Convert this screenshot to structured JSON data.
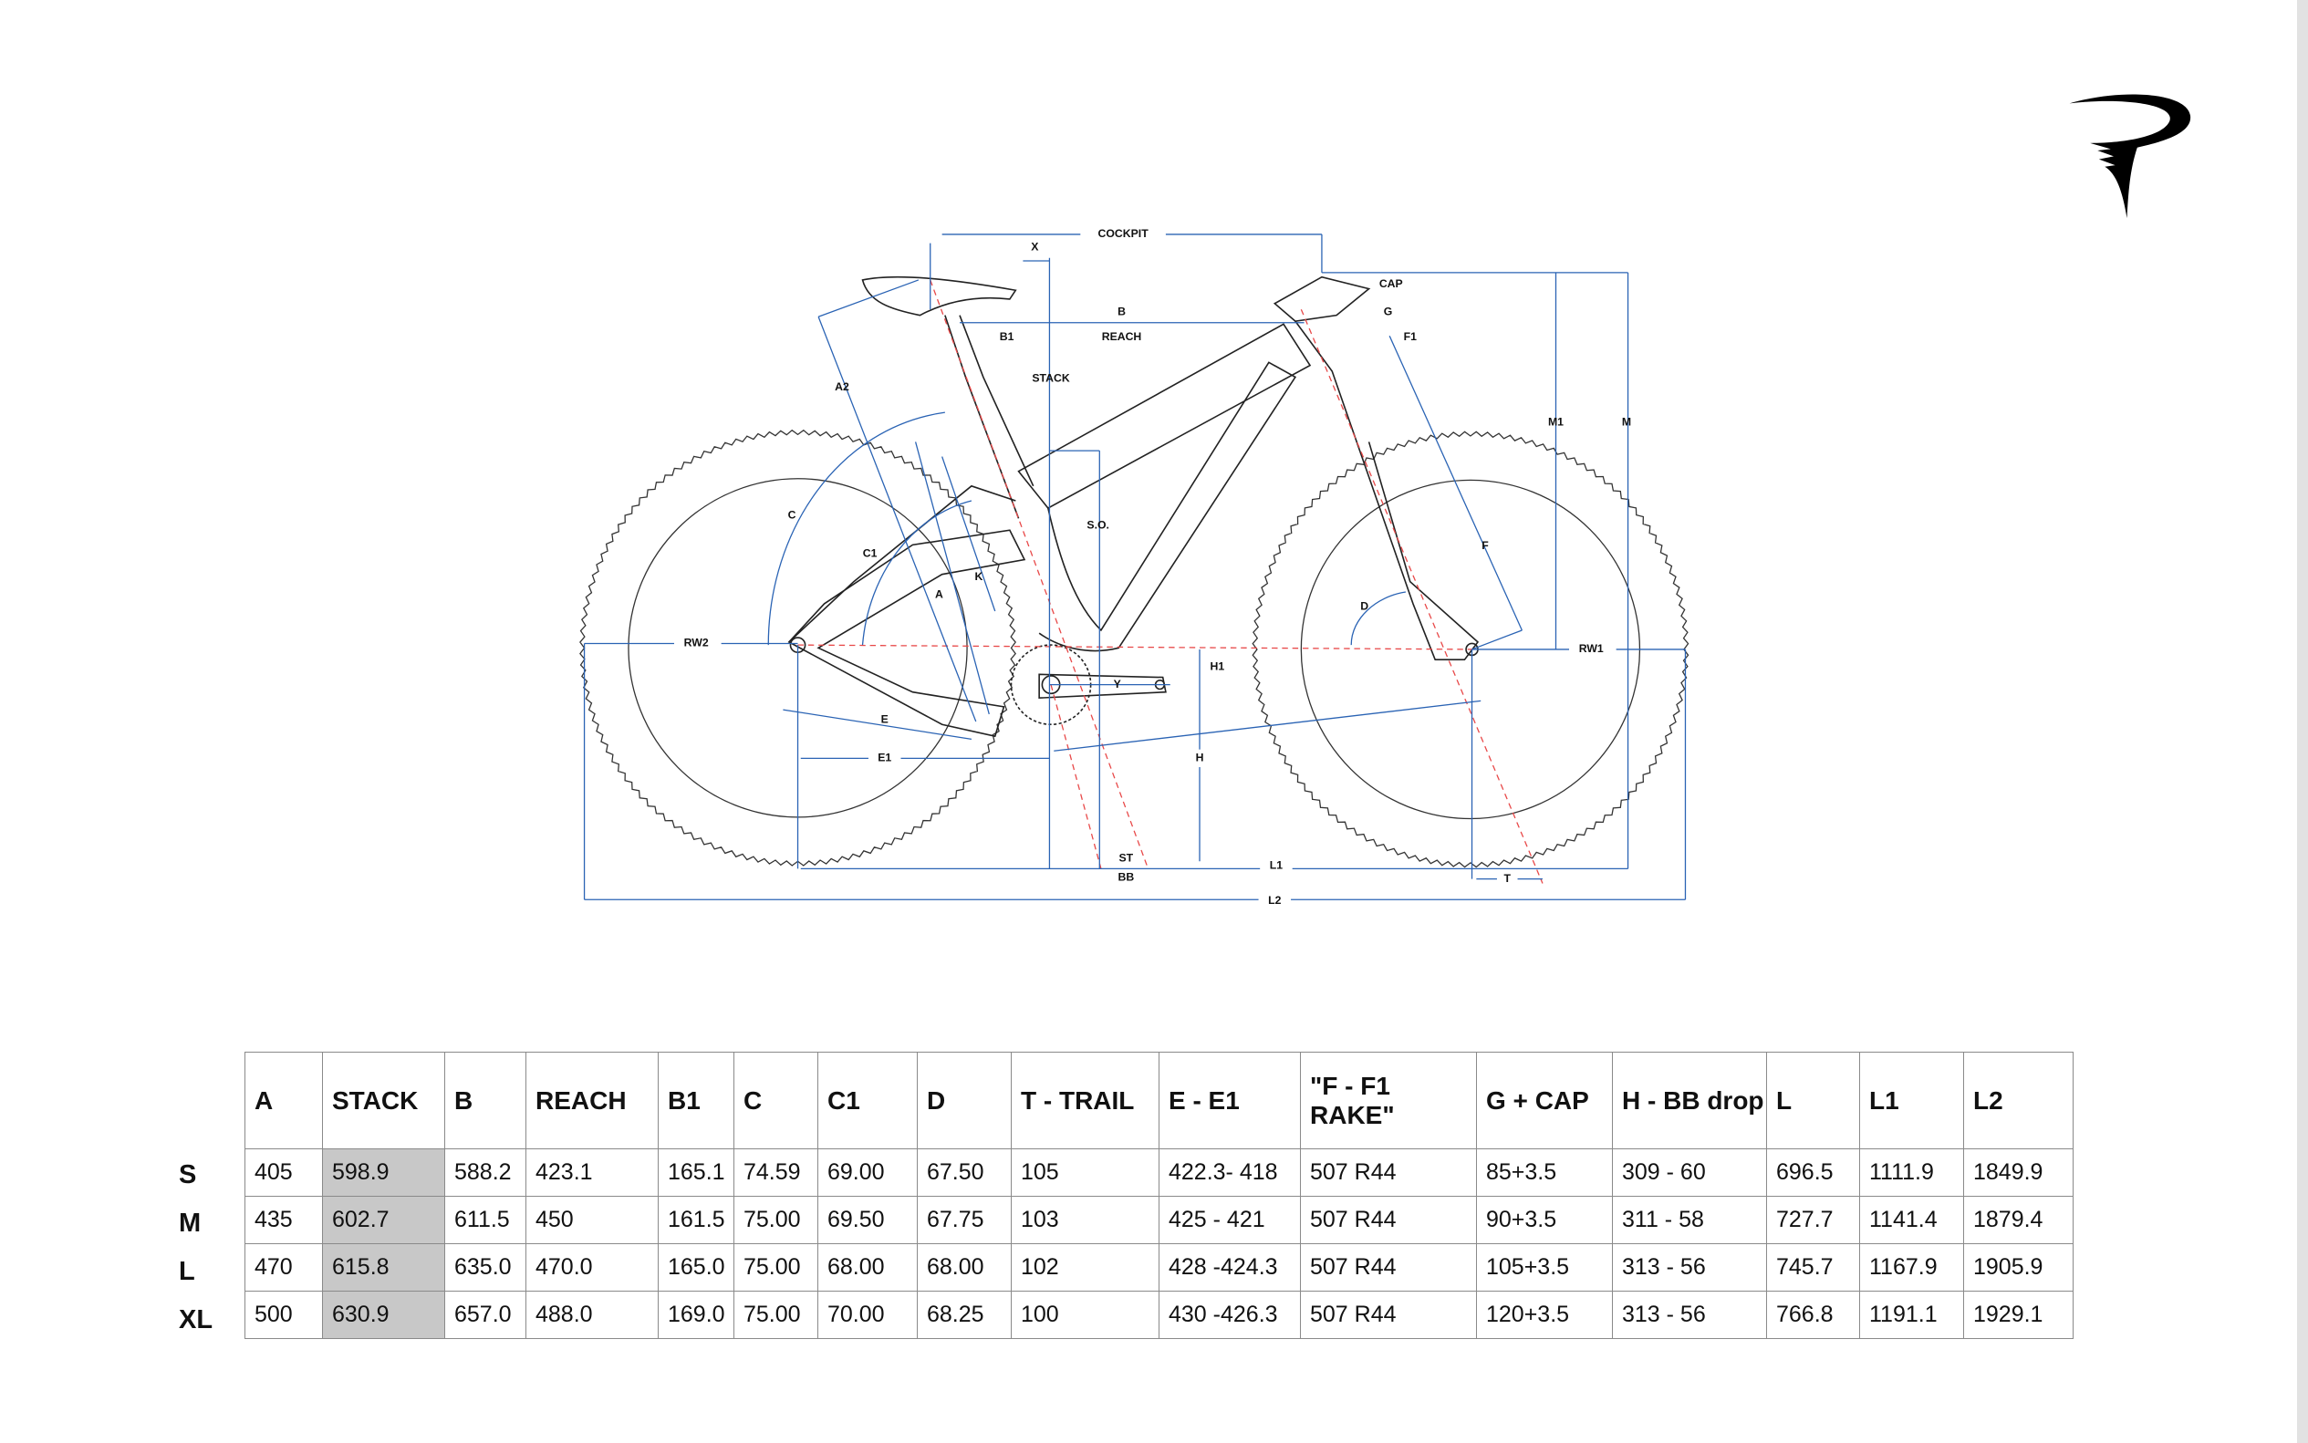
{
  "logo": {
    "name": "pinarello-logo"
  },
  "diagram": {
    "labels": {
      "cockpit": "COCKPIT",
      "x": "X",
      "cap": "CAP",
      "g": "G",
      "b": "B",
      "f1": "F1",
      "b1": "B1",
      "reach": "REACH",
      "stack": "STACK",
      "a2": "A2",
      "m1": "M1",
      "m": "M",
      "c": "C",
      "so": "S.O.",
      "c1": "C1",
      "f": "F",
      "k": "K",
      "a": "A",
      "d": "D",
      "rw2": "RW2",
      "rw1": "RW1",
      "h1": "H1",
      "y": "Y",
      "e": "E",
      "h": "H",
      "e1": "E1",
      "st": "ST",
      "l1": "L1",
      "bb": "BB",
      "t": "T",
      "l2": "L2"
    },
    "colors": {
      "dimension": "#2a63b4",
      "centerline": "#e84848",
      "frame": "#222222"
    }
  },
  "table": {
    "headers": [
      "A",
      "STACK",
      "B",
      "REACH",
      "B1",
      "C",
      "C1",
      "D",
      "T - TRAIL",
      "E - E1",
      "\"F - F1 RAKE\"",
      "G + CAP",
      "H - BB drop",
      "L",
      "L1",
      "L2"
    ],
    "rows": [
      {
        "size": "S",
        "values": [
          "405",
          "598.9",
          "588.2",
          "423.1",
          "165.1",
          "74.59",
          "69.00",
          "67.50",
          "105",
          "422.3- 418",
          "507 R44",
          "85+3.5",
          "309 - 60",
          "696.5",
          "1111.9",
          "1849.9"
        ]
      },
      {
        "size": "M",
        "values": [
          "435",
          "602.7",
          "611.5",
          "450",
          "161.5",
          "75.00",
          "69.50",
          "67.75",
          "103",
          "425 - 421",
          "507 R44",
          "90+3.5",
          "311 - 58",
          "727.7",
          "1141.4",
          "1879.4"
        ]
      },
      {
        "size": "L",
        "values": [
          "470",
          "615.8",
          "635.0",
          "470.0",
          "165.0",
          "75.00",
          "68.00",
          "68.00",
          "102",
          "428 -424.3",
          "507 R44",
          "105+3.5",
          "313 - 56",
          "745.7",
          "1167.9",
          "1905.9"
        ]
      },
      {
        "size": "XL",
        "values": [
          "500",
          "630.9",
          "657.0",
          "488.0",
          "169.0",
          "75.00",
          "70.00",
          "68.25",
          "100",
          "430 -426.3",
          "507 R44",
          "120+3.5",
          "313 - 56",
          "766.8",
          "1191.1",
          "1929.1"
        ]
      }
    ]
  }
}
